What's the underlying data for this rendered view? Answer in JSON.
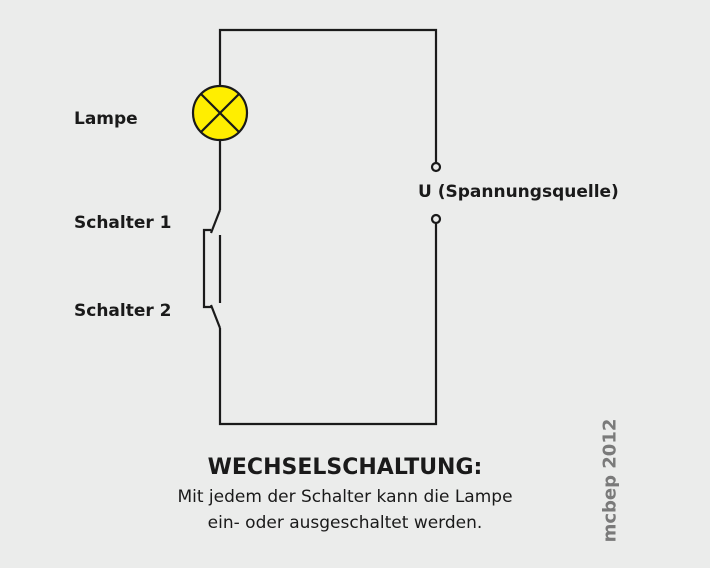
{
  "labels": {
    "lamp": "Lampe",
    "switch1": "Schalter 1",
    "switch2": "Schalter 2",
    "source": "U (Spannungsquelle)"
  },
  "caption": {
    "title": "WECHSELSCHALTUNG:",
    "line1": "Mit jedem der Schalter kann die Lampe",
    "line2": "ein- oder ausgeschaltet werden."
  },
  "credit": "mcbep 2012",
  "colors": {
    "lamp": "#ffee00",
    "wire": "#1a1a1a",
    "background": "#ebeceb"
  }
}
